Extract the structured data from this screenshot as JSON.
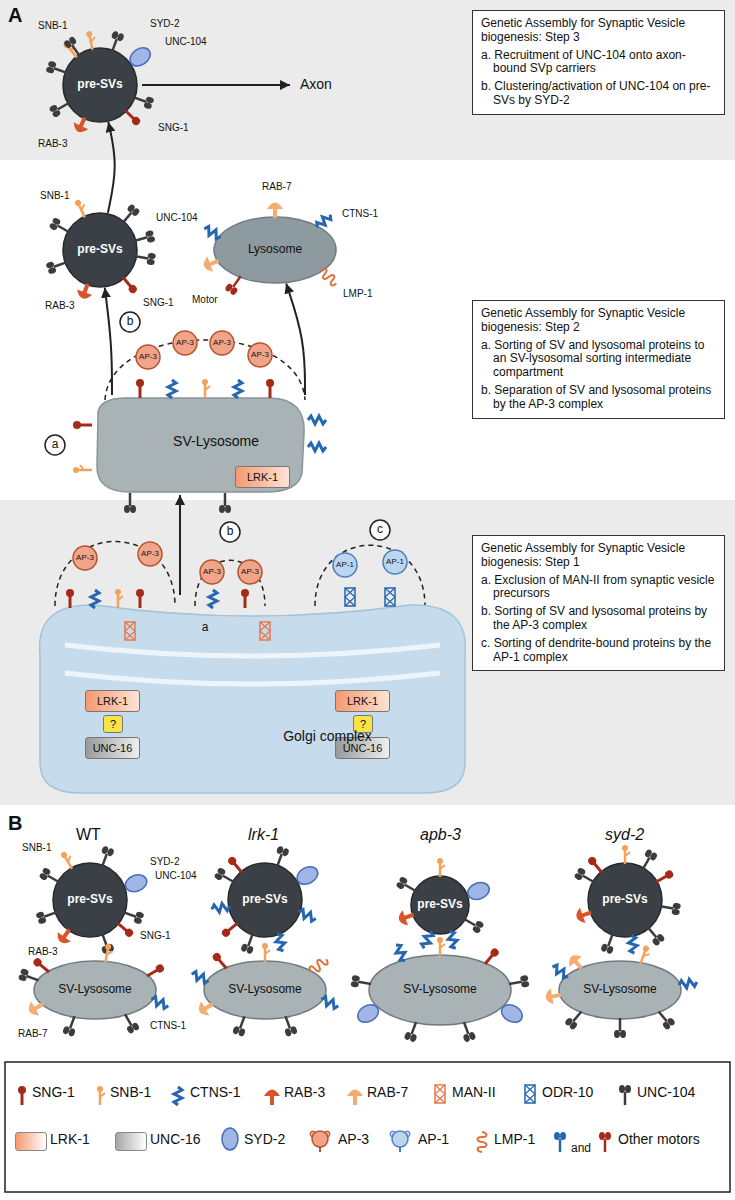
{
  "diagram": {
    "nodes": [
      {
        "text": [
          "pre-SVs"
        ]
      },
      {
        "text": [
          "Genetic Assembly for Synaptic Vesicle biogenesis: Step 3",
          "a. Recruitment of UNC-104 onto axon-bound SVp carriers",
          "b. Clustering/activation of UNC-104 on pre-SVs by SYD-2"
        ]
      },
      {
        "text": [
          "pre-SVs"
        ]
      },
      {
        "text": [
          "Lysosome"
        ]
      },
      {
        "text": [
          "b"
        ]
      },
      {
        "text": [
          "AP-3"
        ]
      },
      {
        "text": [
          "AP-3"
        ]
      },
      {
        "text": [
          "AP-3"
        ]
      },
      {
        "text": [
          "AP-3"
        ]
      },
      {
        "text": [
          "a"
        ]
      },
      {
        "text": [
          "SV-Lysosome"
        ]
      },
      {
        "text": [
          "LRK-1"
        ],
        "in": 10
      },
      {
        "text": [
          "Genetic Assembly for Synaptic Vesicle biogenesis: Step 2",
          "a. Sorting of SV and lysosomal proteins to an SV-lysosomal sorting intermediate compartment",
          "b. Separation of SV and lysosomal proteins by the AP-3 complex"
        ]
      },
      {
        "text": [
          "AP-3"
        ]
      },
      {
        "text": [
          "AP-3"
        ]
      },
      {
        "text": [
          "b"
        ]
      },
      {
        "text": [
          "AP-3"
        ]
      },
      {
        "text": [
          "AP-3"
        ]
      },
      {
        "text": [
          "c"
        ]
      },
      {
        "text": [
          "AP-1"
        ]
      },
      {
        "text": [
          "AP-1"
        ]
      },
      {
        "text": [
          "a"
        ]
      },
      {
        "text": [
          "Golgi complex"
        ]
      },
      {
        "text": [
          "LRK-1"
        ],
        "in": 22
      },
      {
        "text": [
          "?"
        ],
        "in": 22
      },
      {
        "text": [
          "UNC-16"
        ],
        "in": 22
      },
      {
        "text": [
          "LRK-1"
        ],
        "in": 22
      },
      {
        "text": [
          "?"
        ],
        "in": 22
      },
      {
        "text": [
          "UNC-16"
        ],
        "in": 22
      },
      {
        "text": [
          "Genetic Assembly for Synaptic Vesicle biogenesis: Step 1",
          "a. Exclusion of MAN-II from synaptic vesicle precursors",
          "b. Sorting of SV and lysosomal proteins by the AP-3 complex",
          "c. Sorting of dendrite-bound proteins by the AP-1 complex"
        ]
      },
      {
        "text": [
          "pre-SVs"
        ]
      },
      {
        "text": [
          "pre-SVs"
        ]
      },
      {
        "text": [
          "pre-SVs"
        ]
      },
      {
        "text": [
          "pre-SVs"
        ]
      },
      {
        "text": [
          "SV-Lysosome"
        ]
      },
      {
        "text": [
          "SV-Lysosome"
        ]
      },
      {
        "text": [
          "SV-Lysosome"
        ]
      },
      {
        "text": [
          "SV-Lysosome"
        ]
      }
    ],
    "edges": [
      {
        "from": 10,
        "to": 2,
        "arrow": "to"
      },
      {
        "from": 10,
        "to": 3,
        "arrow": "to"
      },
      {
        "from": 2,
        "to": 0,
        "arrow": "to"
      },
      {
        "from": 22,
        "to": 10,
        "arrow": "to"
      }
    ],
    "labels": [
      "A",
      "SNB-1",
      "SYD-2",
      "UNC-104",
      "RAB-3",
      "SNG-1",
      "Axon",
      "SNB-1",
      "UNC-104",
      "RAB-3",
      "SNG-1",
      "RAB-7",
      "CTNS-1",
      "Motor",
      "LMP-1",
      "B",
      "WT",
      "lrk-1",
      "apb-3",
      "syd-2",
      "SNB-1",
      "SYD-2",
      "UNC-104",
      "RAB-3",
      "SNG-1",
      "RAB-7",
      "CTNS-1",
      "and"
    ],
    "legend": [
      {
        "text": "SNG-1"
      },
      {
        "text": "SNB-1"
      },
      {
        "text": "CTNS-1"
      },
      {
        "text": "RAB-3"
      },
      {
        "text": "RAB-7"
      },
      {
        "text": "MAN-II"
      },
      {
        "text": "ODR-10"
      },
      {
        "text": "UNC-104"
      },
      {
        "text": "LRK-1",
        "color": "#f59a6e"
      },
      {
        "text": "UNC-16",
        "color": "#a6a6a6"
      },
      {
        "text": "SYD-2"
      },
      {
        "text": "AP-3"
      },
      {
        "text": "AP-1"
      },
      {
        "text": "LMP-1"
      },
      {
        "text": "Other motors"
      }
    ]
  }
}
